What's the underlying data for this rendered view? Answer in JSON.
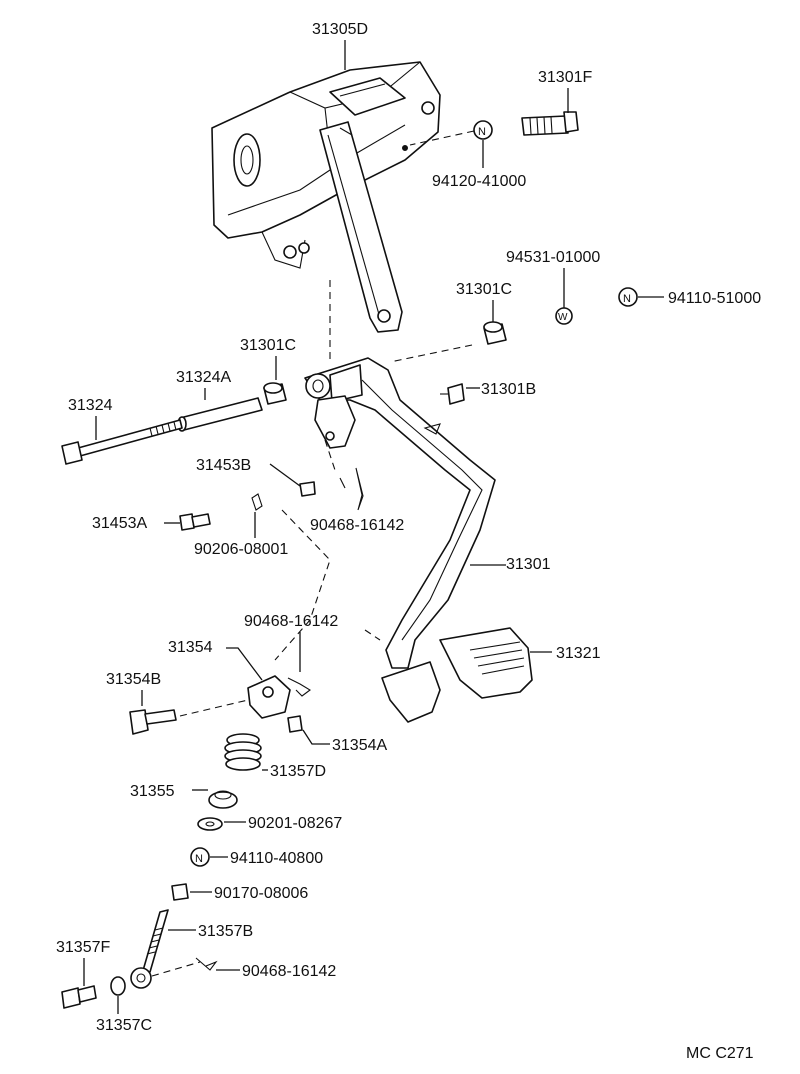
{
  "figure_code": "MC C271",
  "labels": {
    "l31305D": "31305D",
    "l31301F": "31301F",
    "l94120": "94120-41000",
    "l94531": "94531-01000",
    "l31301C_r": "31301C",
    "l94110_51": "94110-51000",
    "l31301C_l": "31301C",
    "l31324A": "31324A",
    "l31324": "31324",
    "l31301B": "31301B",
    "l31453B": "31453B",
    "l31453A": "31453A",
    "l90206": "90206-08001",
    "l90468_a": "90468-16142",
    "l31301": "31301",
    "l90468_b": "90468-16142",
    "l31354": "31354",
    "l31321": "31321",
    "l31354B": "31354B",
    "l31354A": "31354A",
    "l31357D": "31357D",
    "l31355": "31355",
    "l90201": "90201-08267",
    "l94110_40": "94110-40800",
    "l90170": "90170-08006",
    "l31357B": "31357B",
    "l31357F": "31357F",
    "l90468_c": "90468-16142",
    "l31357C": "31357C"
  },
  "markers": {
    "n_symbol": "N",
    "w_symbol": "W"
  }
}
